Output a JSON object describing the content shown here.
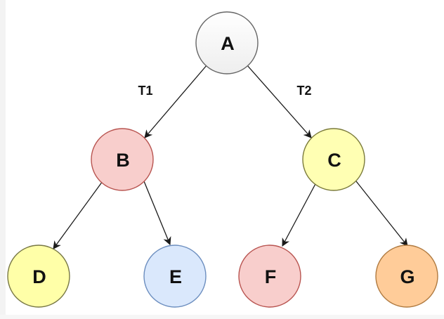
{
  "diagram": {
    "nodes": [
      {
        "id": "A",
        "label": "A",
        "fill": "#f7f7f7",
        "stroke": "#666666"
      },
      {
        "id": "B",
        "label": "B",
        "fill": "#f8cecc",
        "stroke": "#b85450"
      },
      {
        "id": "C",
        "label": "C",
        "fill": "#ffffb3",
        "stroke": "#7a7a3a"
      },
      {
        "id": "D",
        "label": "D",
        "fill": "#ffffa8",
        "stroke": "#777744"
      },
      {
        "id": "E",
        "label": "E",
        "fill": "#dae8fc",
        "stroke": "#6c8ebf"
      },
      {
        "id": "F",
        "label": "F",
        "fill": "#f8cecc",
        "stroke": "#b85450"
      },
      {
        "id": "G",
        "label": "G",
        "fill": "#ffcc99",
        "stroke": "#b07a40"
      }
    ],
    "edges": [
      {
        "from": "A",
        "to": "B",
        "label": "T1"
      },
      {
        "from": "A",
        "to": "C",
        "label": "T2"
      },
      {
        "from": "B",
        "to": "D",
        "label": ""
      },
      {
        "from": "B",
        "to": "E",
        "label": ""
      },
      {
        "from": "C",
        "to": "F",
        "label": ""
      },
      {
        "from": "C",
        "to": "G",
        "label": ""
      }
    ]
  }
}
